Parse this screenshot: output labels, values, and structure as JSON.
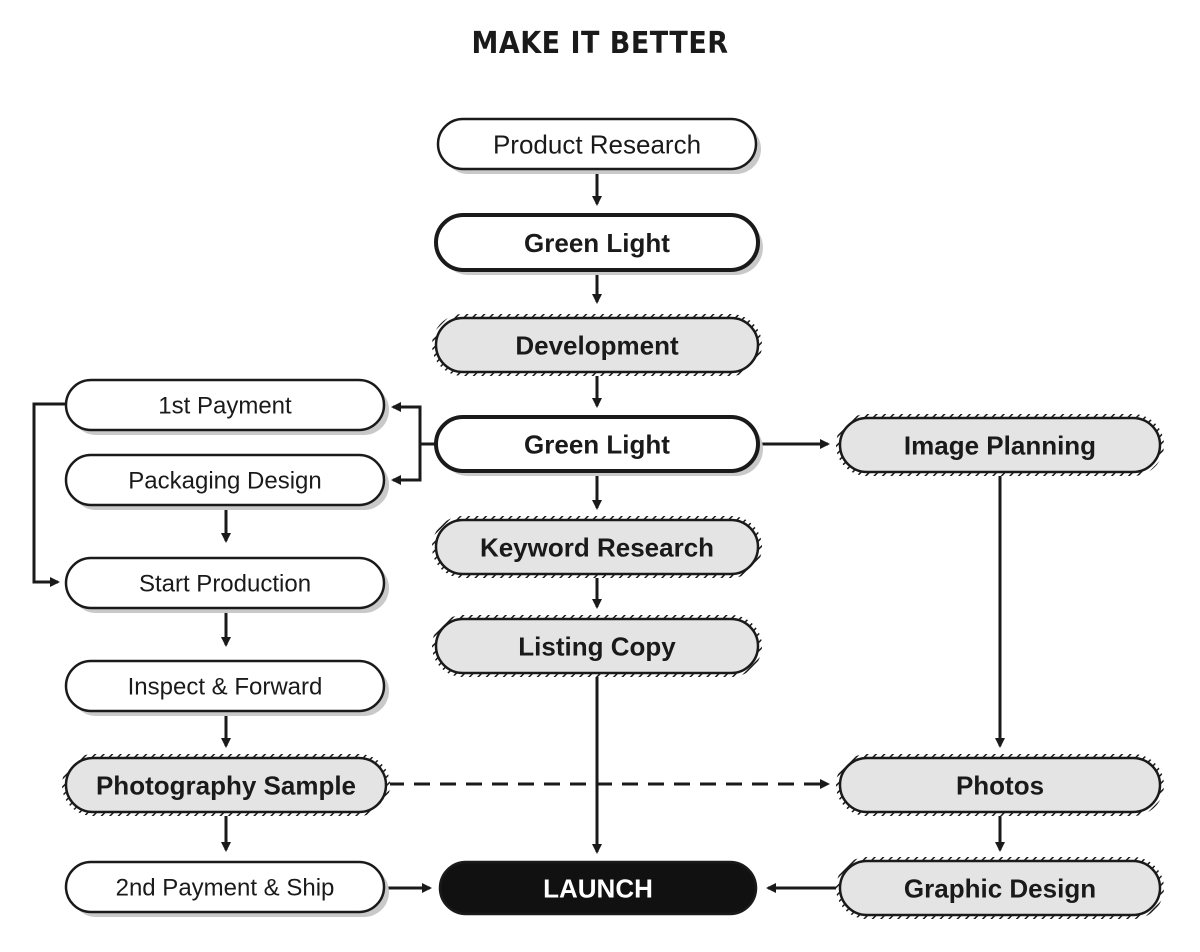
{
  "title": "MAKE IT BETTER",
  "nodes": {
    "product_research": {
      "label": "Product Research",
      "style": "plain"
    },
    "green_light_1": {
      "label": "Green Light",
      "style": "bold"
    },
    "development": {
      "label": "Development",
      "style": "hatched"
    },
    "green_light_2": {
      "label": "Green Light",
      "style": "bold"
    },
    "keyword_research": {
      "label": "Keyword Research",
      "style": "hatched"
    },
    "listing_copy": {
      "label": "Listing Copy",
      "style": "hatched"
    },
    "first_payment": {
      "label": "1st Payment",
      "style": "plain"
    },
    "packaging_design": {
      "label": "Packaging Design",
      "style": "plain"
    },
    "start_production": {
      "label": "Start Production",
      "style": "plain"
    },
    "inspect_forward": {
      "label": "Inspect & Forward",
      "style": "plain"
    },
    "photography_sample": {
      "label": "Photography Sample",
      "style": "hatched"
    },
    "second_payment": {
      "label": "2nd Payment & Ship",
      "style": "plain"
    },
    "image_planning": {
      "label": "Image Planning",
      "style": "hatched"
    },
    "photos": {
      "label": "Photos",
      "style": "hatched"
    },
    "graphic_design": {
      "label": "Graphic Design",
      "style": "hatched"
    },
    "launch": {
      "label": "LAUNCH",
      "style": "filled"
    }
  },
  "colors": {
    "stroke": "#1a1a1a",
    "shadow": "#c9c9c9",
    "hatched_fill": "#e4e4e4",
    "plain_fill": "#ffffff",
    "launch_fill": "#111111",
    "launch_text": "#ffffff"
  }
}
